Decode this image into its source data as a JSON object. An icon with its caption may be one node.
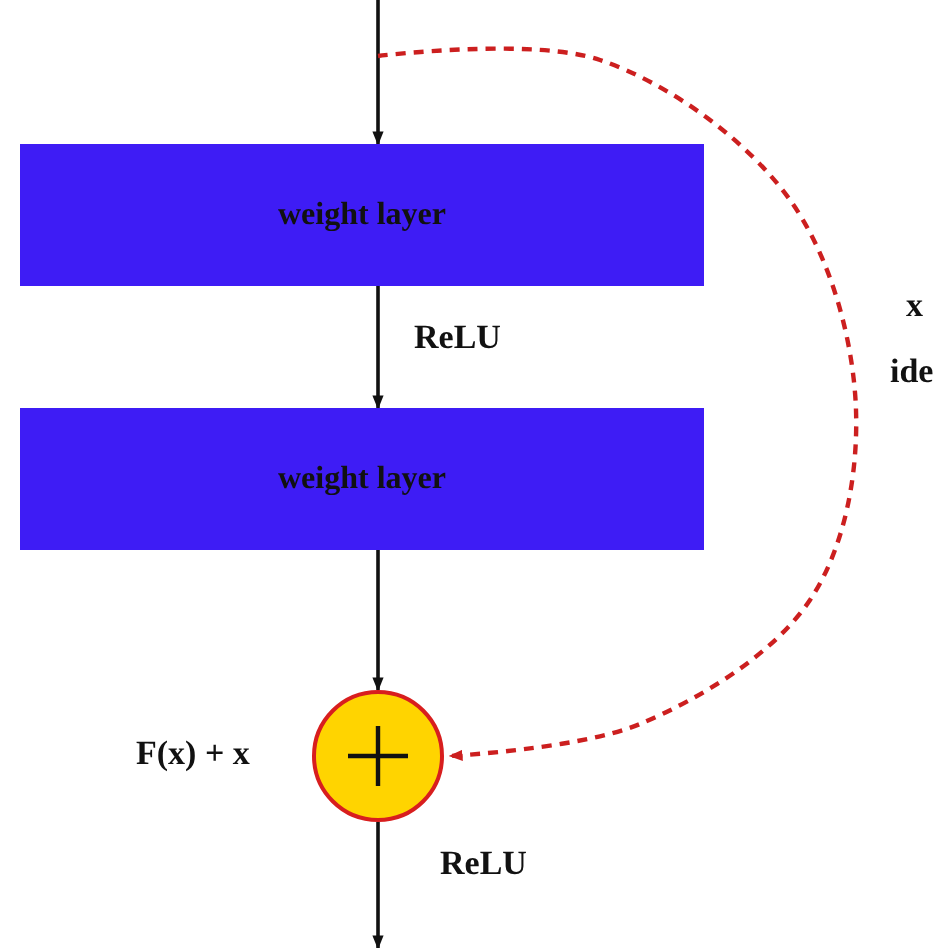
{
  "diagram": {
    "nodes": [
      {
        "text": [
          "weight layer"
        ]
      },
      {
        "text": [
          "weight layer"
        ]
      },
      {
        "text": [],
        "shape": "circle",
        "beside": [
          "F(x) + x"
        ]
      }
    ],
    "edges": [
      {
        "from": null,
        "to": 0,
        "arrow": "to"
      },
      {
        "from": 0,
        "to": 1,
        "arrow": "to",
        "label": "ReLU"
      },
      {
        "from": 1,
        "to": 2,
        "arrow": "to"
      },
      {
        "from": 2,
        "to": null,
        "arrow": "to",
        "label": "ReLU"
      },
      {
        "from": null,
        "to": 2,
        "arrow": "to",
        "style": "dashed",
        "color": "#cc1f1f"
      }
    ],
    "labels": [
      "x",
      "ide"
    ]
  }
}
